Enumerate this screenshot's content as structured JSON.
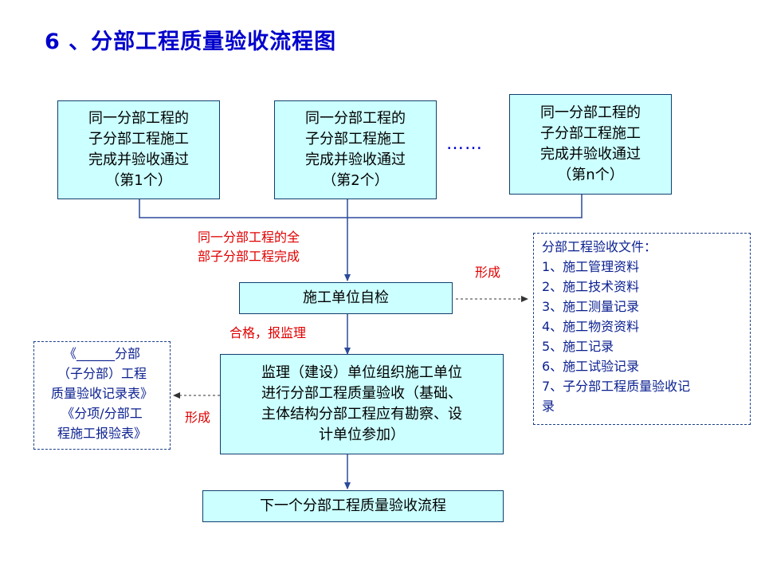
{
  "title": "6 、分部工程质量验收流程图",
  "subboxes": [
    {
      "lines": [
        "同一分部工程的",
        "子分部工程施工",
        "完成并验收通过",
        "（第1个）"
      ]
    },
    {
      "lines": [
        "同一分部工程的",
        "子分部工程施工",
        "完成并验收通过",
        "（第2个）"
      ]
    },
    {
      "lines": [
        "同一分部工程的",
        "子分部工程施工",
        "完成并验收通过",
        "（第n个）"
      ]
    }
  ],
  "ellipsis": "……",
  "label_all_complete": [
    "同一分部工程的全",
    "部子分部工程完成"
  ],
  "self_check_box": "施工单位自检",
  "label_form_right": "形成",
  "label_pass": "合格，报监理",
  "acceptance_box": [
    "监理（建设）单位组织施工单位",
    "进行分部工程质量验收（基础、",
    "主体结构分部工程应有勘察、设",
    "计单位参加）"
  ],
  "label_form_left": "形成",
  "next_process_box": "下一个分部工程质量验收流程",
  "files_box": {
    "heading": "分部工程验收文件：",
    "items": [
      "1、施工管理资料",
      "2、施工技术资料",
      "3、施工测量记录",
      "4、施工物资资料",
      "5、施工记录",
      "6、施工试验记录",
      "7、子分部工程质量验收记",
      "录"
    ]
  },
  "forms_box": [
    "《______分部",
    "（子分部）工程",
    "质量验收记录表》",
    "《分项/分部工",
    "程施工报验表》"
  ]
}
